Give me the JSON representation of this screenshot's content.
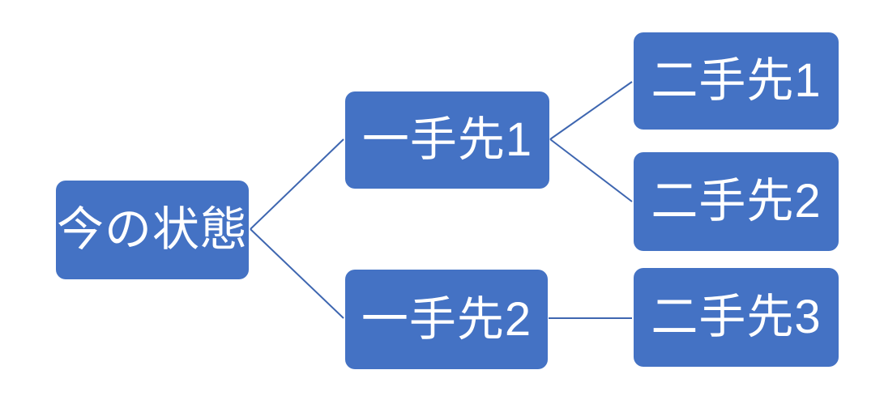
{
  "diagram": {
    "type": "tree",
    "direction": "left-to-right",
    "background": "#FFFFFF",
    "colors": {
      "node_fill": "#4472C4",
      "node_text": "#FFFFFF",
      "connector": "#3E66B0"
    },
    "nodes": [
      {
        "id": "now",
        "label": "今の状態",
        "level": 0
      },
      {
        "id": "one-ahead-1",
        "label": "一手先1",
        "level": 1
      },
      {
        "id": "one-ahead-2",
        "label": "一手先2",
        "level": 1
      },
      {
        "id": "two-ahead-1",
        "label": "二手先1",
        "level": 2
      },
      {
        "id": "two-ahead-2",
        "label": "二手先2",
        "level": 2
      },
      {
        "id": "two-ahead-3",
        "label": "二手先3",
        "level": 2
      }
    ],
    "edges": [
      {
        "from": "今の状態",
        "to": "一手先1"
      },
      {
        "from": "今の状態",
        "to": "一手先2"
      },
      {
        "from": "一手先1",
        "to": "二手先1"
      },
      {
        "from": "一手先1",
        "to": "二手先2"
      },
      {
        "from": "一手先2",
        "to": "二手先3"
      }
    ]
  }
}
